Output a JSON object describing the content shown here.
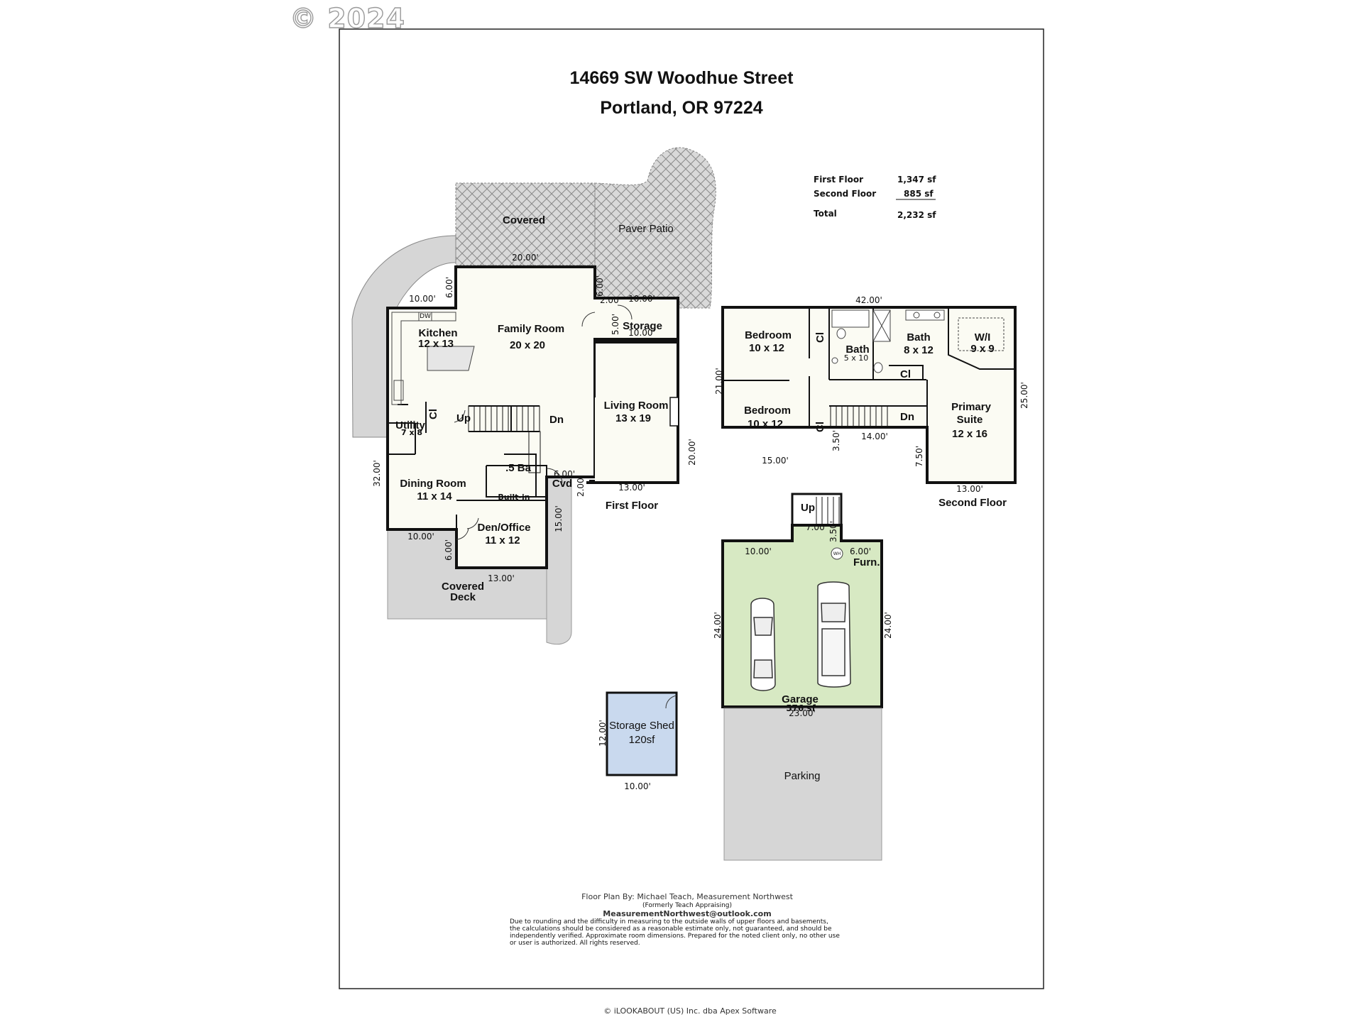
{
  "watermark": "© 2024",
  "header": {
    "address_line1": "14669 SW Woodhue Street",
    "address_line2": "Portland, OR 97224"
  },
  "area_summary": {
    "rows": [
      {
        "label": "First Floor",
        "value": "1,347 sf"
      },
      {
        "label": "Second Floor",
        "value": "885 sf"
      },
      {
        "label": "Total",
        "value": "2,232 sf"
      }
    ]
  },
  "first_floor": {
    "label": "First Floor",
    "rooms": {
      "family_room": {
        "name": "Family Room",
        "size": "20 x 20"
      },
      "kitchen": {
        "name": "Kitchen",
        "size": "12 x 13"
      },
      "living_room": {
        "name": "Living Room",
        "size": "13 x 19"
      },
      "dining_room": {
        "name": "Dining Room",
        "size": "11 x 14"
      },
      "den_office": {
        "name": "Den/Office",
        "size": "11 x 12"
      },
      "utility": {
        "name": "Utility",
        "size": "7 x 8"
      },
      "half_bath": {
        "name": ".5 Ba"
      },
      "storage": {
        "name": "Storage"
      },
      "closet": {
        "name": "Cl"
      },
      "built_in": {
        "name": "Built-in"
      },
      "covered_small": {
        "name": "Cvd"
      },
      "dishwasher": {
        "name": "DW"
      },
      "stairs_up": "Up",
      "stairs_down": "Dn"
    },
    "outdoor": {
      "covered": "Covered",
      "paver_patio": "Paver Patio",
      "covered_deck_line1": "Covered",
      "covered_deck_line2": "Deck"
    },
    "dims": {
      "patio_20": "20.00'",
      "fam_6a": "6.00'",
      "fam_6b": "6.00'",
      "kit_10": "10.00'",
      "sto_2": "2.00'",
      "sto_10a": "10.00'",
      "sto_5": "5.00'",
      "sto_10b": "10.00'",
      "left_32": "32.00'",
      "right_20": "20.00'",
      "liv_13": "13.00'",
      "cvd_6": "6.00'",
      "cvd_2": "2.00'",
      "den_15": "15.00'",
      "din_10": "10.00'",
      "deck_6": "6.00'",
      "den_13": "13.00'"
    }
  },
  "second_floor": {
    "label": "Second Floor",
    "rooms": {
      "bedroom1": {
        "name": "Bedroom",
        "size": "10 x 12"
      },
      "bedroom2": {
        "name": "Bedroom",
        "size": "10 x 12"
      },
      "bath_small": {
        "name": "Bath",
        "size": "5 x 10"
      },
      "bath_main": {
        "name": "Bath",
        "size": "8 x 12"
      },
      "walk_in": {
        "name": "W/I",
        "size": "9 x 9"
      },
      "primary_suite": {
        "name_line1": "Primary",
        "name_line2": "Suite",
        "size": "12 x 16"
      },
      "closet1": "Cl",
      "closet2": "Cl",
      "closet3": "Cl",
      "stairs_down": "Dn"
    },
    "dims": {
      "top_42": "42.00'",
      "left_21": "21.00'",
      "right_25": "25.00'",
      "bot_15": "15.00'",
      "stair_3_5": "3.50'",
      "stair_14": "14.00'",
      "suite_7_5": "7.50'",
      "suite_13": "13.00'"
    }
  },
  "garage": {
    "name": "Garage",
    "area": "576 sf",
    "furnace": "Furn.",
    "water_heater": "WH",
    "stairs_up": "Up",
    "dims": {
      "top_10": "10.00'",
      "top_6": "6.00'",
      "stair_7": "7.00'",
      "stair_3_5": "3.50'",
      "left_24": "24.00'",
      "right_24": "24.00'",
      "bottom_23": "23.00'"
    }
  },
  "parking": {
    "label": "Parking"
  },
  "storage_shed": {
    "name": "Storage Shed",
    "area": "120sf",
    "dims": {
      "side_12": "12.00'",
      "bottom_10": "10.00'"
    }
  },
  "credits": {
    "by": "Floor Plan By: Michael Teach, Measurement Northwest",
    "formerly": "(Formerly Teach Appraising)",
    "email": "MeasurementNorthwest@outlook.com",
    "disclaimer": [
      "Due to rounding and the difficulty in measuring to the outside walls of upper floors and basements,",
      "the calculations should be considered as a reasonable estimate only, not guaranteed, and should be",
      "independently verified. Approximate room dimensions. Prepared for the noted client only, no other use",
      "or user is authorized. All rights reserved."
    ]
  },
  "copyright": "© iLOOKABOUT (US) Inc. dba Apex Software",
  "colors": {
    "wall": "#111111",
    "floor": "#fbfbf3",
    "garage": "#d7e9c3",
    "shed": "#c9d9ee",
    "grey_area": "#d6d6d6",
    "patio": "#cfcfcf"
  }
}
